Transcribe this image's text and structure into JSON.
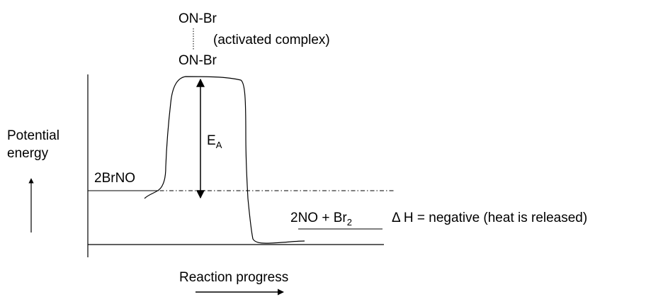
{
  "diagram": {
    "complex_top": "ON-Br",
    "complex_bottom": "ON-Br",
    "complex_note": "(activated complex)",
    "y_label_line1": "Potential",
    "y_label_line2": "energy",
    "reactant_label": "2BrNO",
    "activation_energy": {
      "main": "E",
      "subscript": "A"
    },
    "product_label": {
      "main": "2NO + Br",
      "subscript": "2"
    },
    "enthalpy_note": "Δ H = negative (heat is released)",
    "x_label": "Reaction progress"
  },
  "colors": {
    "ink": "#000000",
    "background": "#ffffff"
  }
}
